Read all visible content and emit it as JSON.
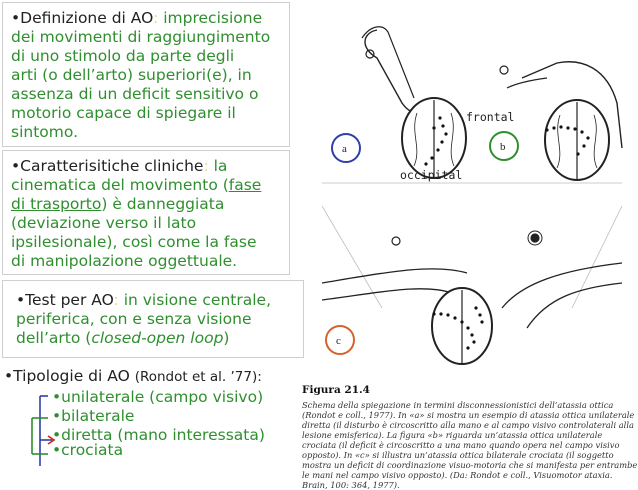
{
  "block1": {
    "lead": "•Definizione di AO",
    "sep": ":",
    "lines": [
      "imprecisione",
      "dei movimenti di raggiungimento",
      "di uno stimolo da parte degli",
      "arti (o dell’arto) superiori(e), in",
      "assenza di un deficit sensitivo o",
      "motorio capace di spiegare il",
      "sintomo."
    ]
  },
  "block2": {
    "lead": "•Caratterisitiche cliniche",
    "sep": ":",
    "l1_tail": "la",
    "l2_pre": "cinematica del movimento (",
    "l2_u": "fase",
    "l3_u": "di trasporto",
    "l3_post": ") è danneggiata",
    "l4": "(deviazione verso il lato",
    "l5": "ipsilesionale), così come la fase",
    "l6": "di manipolazione oggettuale."
  },
  "block3": {
    "lead": "•Test per AO",
    "sep": ":",
    "l1_tail": "in visione centrale,",
    "l2": "periferica, con e senza visione",
    "l3_pre": "dell’arto (",
    "l3_em": "closed-open loop",
    "l3_post": ")"
  },
  "block4": {
    "lead": "•Tipologie di AO",
    "ref": "(Rondot et al. ’77):",
    "items": [
      "•unilaterale (campo visivo)",
      "•bilaterale",
      "•diretta (mano interessata)",
      "•crociata"
    ]
  },
  "figure": {
    "label_frontal": "frontal",
    "label_occipital": "occipital",
    "badge_a": "a",
    "badge_b": "b",
    "badge_c": "c",
    "title": "Figura 21.4",
    "caption": "Schema della spiegazione in termini disconnessionistici dell’atassia ottica (Rondot e coll., 1977). In «a» si mostra un esempio di atassia ottica unilaterale diretta (il disturbo è circoscritto alla mano e al campo visivo controlaterali alla lesione emisferica). La figura «b» riguarda un’atassia ottica unilaterale crociata (il deficit è circoscritto a una mano quando opera nel campo visivo opposto). In «c» si illustra un’atassia ottica bilaterale crociata (il soggetto mostra un deficit di coordinazione visuo-motoria che si manifesta per entrambe le mani nel campo visivo opposto). (Da: Rondot e coll., Visuomotor ataxia. Brain, 100: 364, 1977)."
  },
  "colors": {
    "green": "#2f8f2f",
    "blue": "#2e3fa8",
    "orange": "#d2642a",
    "red": "#cc2222",
    "gray": "#5a5a5a"
  }
}
